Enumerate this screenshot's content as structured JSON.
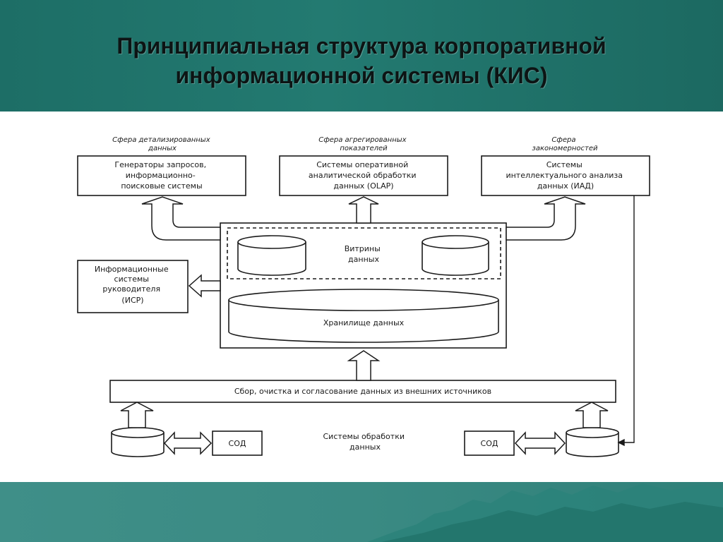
{
  "slide": {
    "title_line1": "Принципиальная структура корпоративной",
    "title_line2": "информационной системы (КИС)"
  },
  "diagram": {
    "sphere_detail": [
      "Сфера детализированных",
      "данных"
    ],
    "sphere_aggregate": [
      "Сфера агрегированных",
      "показателей"
    ],
    "sphere_patterns": [
      "Сфера",
      "закономерностей"
    ],
    "box_query": [
      "Генераторы запросов,",
      "информационно-",
      "поисковые системы"
    ],
    "box_olap": [
      "Системы оперативной",
      "аналитической обработки",
      "данных (OLAP)"
    ],
    "box_iad": [
      "Системы",
      "интеллектуального анализа",
      "данных (ИАД)"
    ],
    "box_isr": [
      "Информационные",
      "системы",
      "руководителя",
      "(ИСР)"
    ],
    "datamarts": [
      "Витрины",
      "данных"
    ],
    "warehouse": "Хранилище данных",
    "collect": "Сбор, очистка и согласование данных из внешних источников",
    "sod_left": "СОД",
    "sod_right": "СОД",
    "processing": [
      "Системы обработки",
      "данных"
    ]
  }
}
